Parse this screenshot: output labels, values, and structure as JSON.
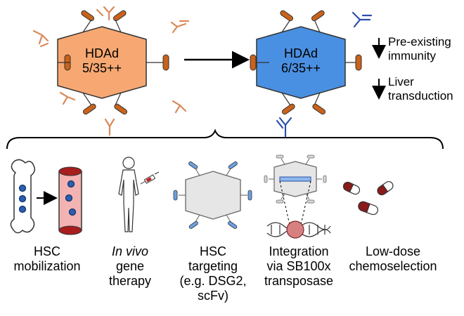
{
  "vectors": {
    "left": {
      "line1": "HDAd",
      "line2": "5/35++"
    },
    "right": {
      "line1": "HDAd",
      "line2": "6/35++"
    }
  },
  "effects": [
    {
      "line1": "Pre-existing",
      "line2": "immunity"
    },
    {
      "line1": "Liver",
      "line2": "transduction"
    }
  ],
  "steps": [
    {
      "lines": [
        "HSC",
        "mobilization"
      ]
    },
    {
      "italic": "In vivo",
      "lines": [
        "gene",
        "therapy"
      ]
    },
    {
      "lines": [
        "HSC",
        "targeting",
        "(e.g. DSG2,",
        "scFv)"
      ]
    },
    {
      "lines": [
        "Integration",
        "via SB100x",
        "transposase"
      ]
    },
    {
      "lines": [
        "Low-dose",
        "chemoselection"
      ]
    }
  ],
  "colors": {
    "hdad535": "#f7a872",
    "hdad635": "#4a90e2",
    "fiber_knob": "#c9621a",
    "antibody_red": "#d98a5a",
    "antibody_blue": "#2a4fa8",
    "hsc_targeting_fiber": "#6a9fe0",
    "capsule_red": "#8b1a1a"
  }
}
